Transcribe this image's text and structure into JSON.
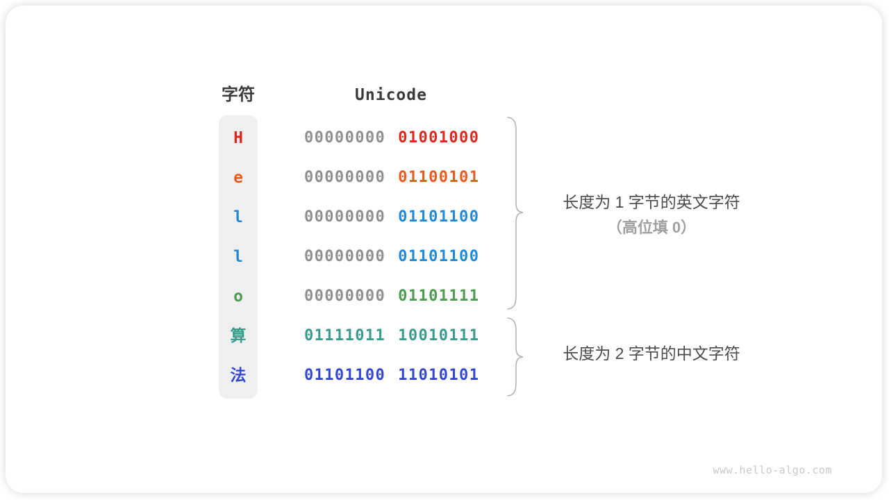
{
  "table": {
    "char_header": "字符",
    "unicode_header": "Unicode",
    "rows": [
      {
        "char": "H",
        "color": "#dc291e",
        "byte1": "00000000",
        "byte1_color": "#8f8f8f",
        "byte2": "01001000",
        "byte2_color": "#dc291e"
      },
      {
        "char": "e",
        "color": "#eb5a1d",
        "byte1": "00000000",
        "byte1_color": "#8f8f8f",
        "byte2": "01100101",
        "byte2_color": "#eb5a1d"
      },
      {
        "char": "l",
        "color": "#2289d4",
        "byte1": "00000000",
        "byte1_color": "#8f8f8f",
        "byte2": "01101100",
        "byte2_color": "#2289d4"
      },
      {
        "char": "l",
        "color": "#2289d4",
        "byte1": "00000000",
        "byte1_color": "#8f8f8f",
        "byte2": "01101100",
        "byte2_color": "#2289d4"
      },
      {
        "char": "o",
        "color": "#4d9b50",
        "byte1": "00000000",
        "byte1_color": "#8f8f8f",
        "byte2": "01101111",
        "byte2_color": "#4d9b50"
      },
      {
        "char": "算",
        "color": "#3a9a8c",
        "byte1": "01111011",
        "byte1_color": "#3a9a8c",
        "byte2": "10010111",
        "byte2_color": "#3a9a8c"
      },
      {
        "char": "法",
        "color": "#3547d2",
        "byte1": "01101100",
        "byte1_color": "#3547d2",
        "byte2": "11010101",
        "byte2_color": "#3547d2"
      }
    ]
  },
  "annotations": [
    {
      "line1": "长度为 1 字节的英文字符",
      "line2": "（高位填 0）"
    },
    {
      "line1": "长度为 2 字节的中文字符"
    }
  ],
  "watermark": "www.hello-algo.com",
  "colors": {
    "gray_byte": "#8f8f8f",
    "header_text": "#3a3a3a",
    "annotation_primary": "#4b4b4b",
    "annotation_secondary": "#a0a0a0",
    "brace": "#b3b3b3",
    "char_column_bg": "#efefef"
  }
}
